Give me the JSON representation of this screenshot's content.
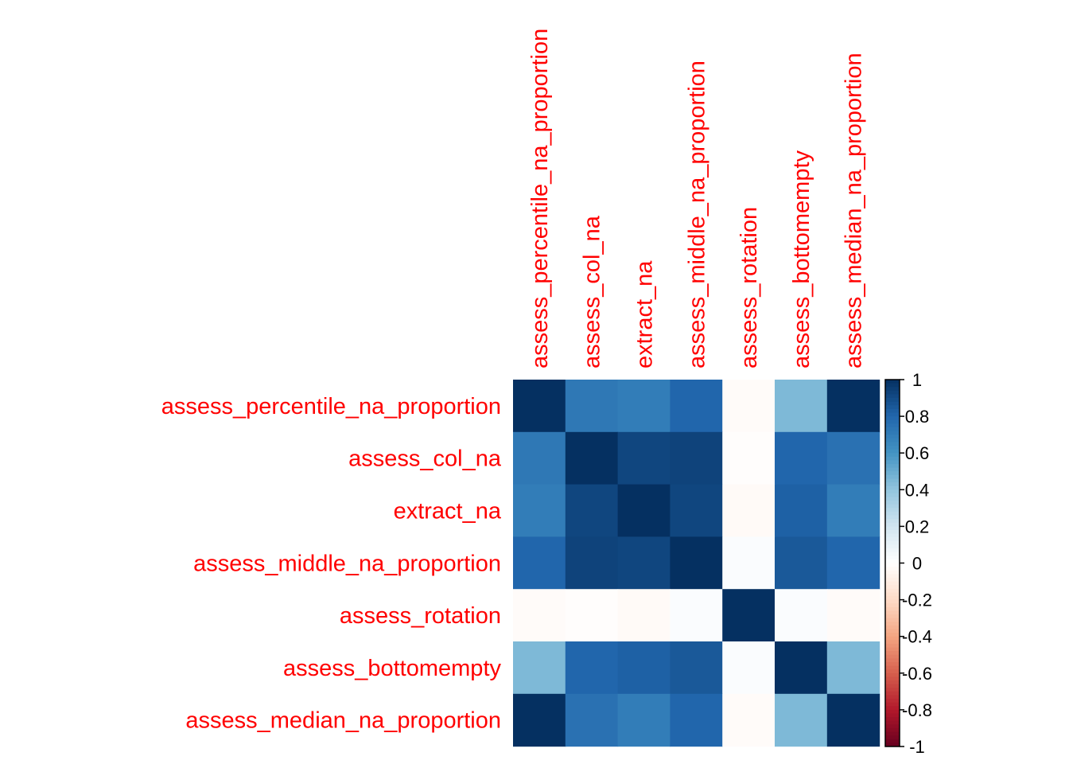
{
  "chart_data": {
    "type": "heatmap",
    "title": "",
    "variables": [
      "assess_percentile_na_proportion",
      "assess_col_na",
      "extract_na",
      "assess_middle_na_proportion",
      "assess_rotation",
      "assess_bottomempty",
      "assess_median_na_proportion"
    ],
    "matrix": [
      [
        1.0,
        0.72,
        0.7,
        0.8,
        -0.02,
        0.45,
        1.0
      ],
      [
        0.72,
        1.0,
        0.92,
        0.93,
        -0.01,
        0.8,
        0.75
      ],
      [
        0.7,
        0.92,
        1.0,
        0.92,
        -0.03,
        0.82,
        0.7
      ],
      [
        0.8,
        0.93,
        0.92,
        1.0,
        0.02,
        0.85,
        0.8
      ],
      [
        -0.02,
        -0.01,
        -0.03,
        0.02,
        1.0,
        0.02,
        -0.02
      ],
      [
        0.45,
        0.8,
        0.82,
        0.85,
        0.02,
        1.0,
        0.45
      ],
      [
        1.0,
        0.75,
        0.7,
        0.8,
        -0.02,
        0.45,
        1.0
      ]
    ],
    "value_range": [
      -1,
      1
    ],
    "colorbar_ticks": [
      "1",
      "0.8",
      "0.6",
      "0.4",
      "0.2",
      "0",
      "-0.2",
      "-0.4",
      "-0.6",
      "-0.8",
      "-1"
    ],
    "colorbar_tick_values": [
      1,
      0.8,
      0.6,
      0.4,
      0.2,
      0,
      -0.2,
      -0.4,
      -0.6,
      -0.8,
      -1
    ],
    "label_color": "#FF0000",
    "colormap": [
      "#67001F",
      "#B2182B",
      "#D6604D",
      "#F4A582",
      "#FDDBC7",
      "#FFFFFF",
      "#D1E5F0",
      "#92C5DE",
      "#4393C3",
      "#2166AC",
      "#053061"
    ],
    "legend_position": "right"
  }
}
